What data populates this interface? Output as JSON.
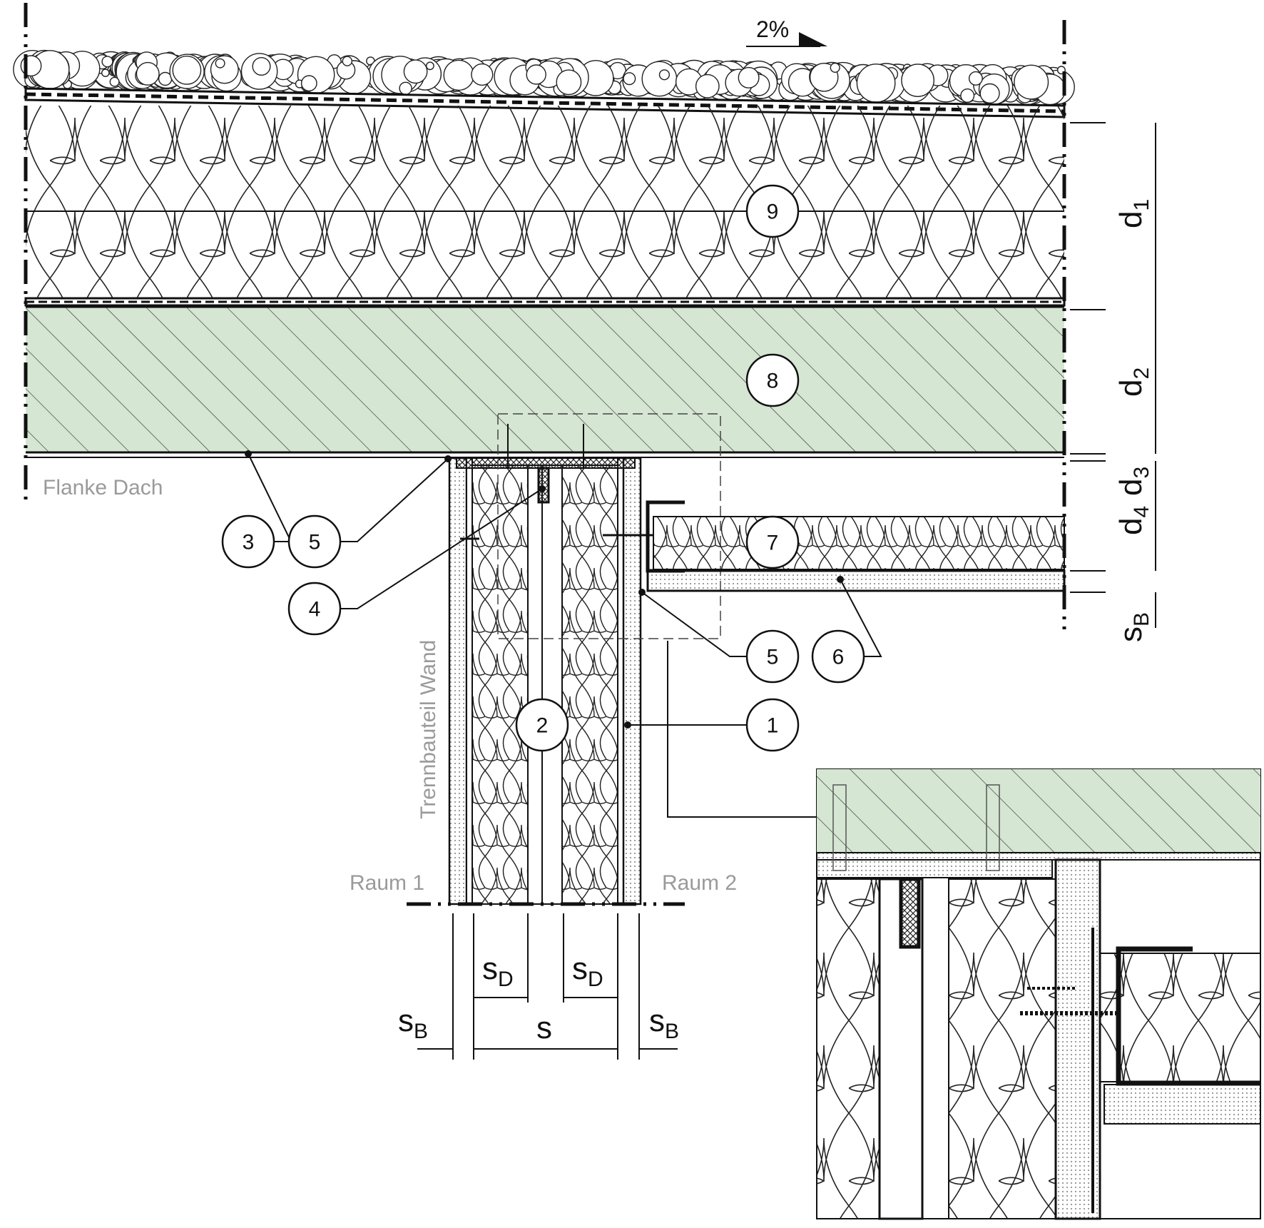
{
  "labels": {
    "slope": "2%",
    "flank_roof": "Flanke Dach",
    "partition_wall": "Trennbauteil Wand",
    "room1": "Raum 1",
    "room2": "Raum 2"
  },
  "callouts": [
    "1",
    "2",
    "3",
    "4",
    "5",
    "6",
    "7",
    "8",
    "9"
  ],
  "dimensions": {
    "d": "d",
    "s": "s",
    "sub1": "1",
    "sub2": "2",
    "sub3": "3",
    "sub4": "4",
    "subD": "D",
    "subB": "B"
  },
  "colors": {
    "concrete": "#d5e6d3",
    "line": "#111111",
    "grey_text": "#9a9a9a"
  }
}
